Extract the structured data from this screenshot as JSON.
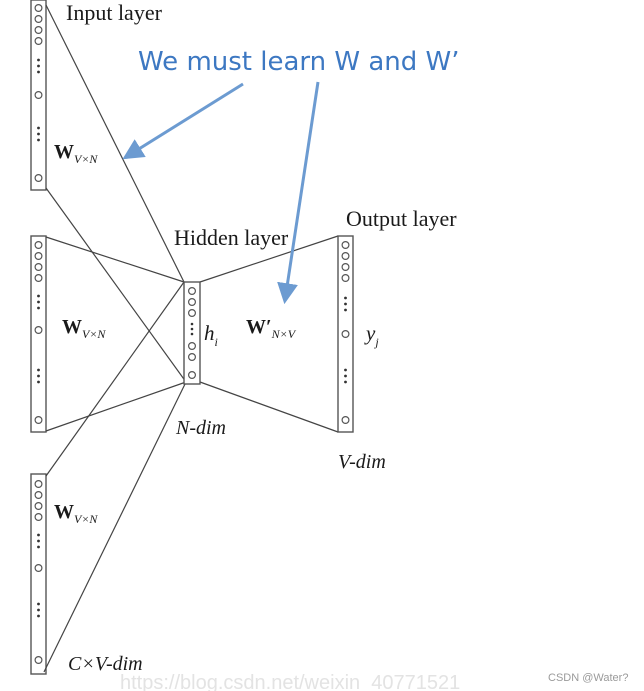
{
  "diagram": {
    "annotation": "We must learn W and W’",
    "input_layer_label": "Input layer",
    "hidden_layer_label": "Hidden layer",
    "output_layer_label": "Output layer",
    "weight_symbol": "W",
    "weight_subscript": "V×N",
    "output_weight_symbol": "W′",
    "output_weight_subscript": "N×V",
    "hidden_unit_symbol": "h",
    "hidden_unit_subscript": "i",
    "output_unit_symbol": "y",
    "output_unit_subscript": "j",
    "hidden_dim_label": "N-dim",
    "output_dim_label": "V-dim",
    "input_dim_label": "C×V-dim",
    "watermark_text": "CSDN @Water?",
    "faint_url": "https://blog.csdn.net/weixin_40771521"
  },
  "colors": {
    "annotation": "#3d78c2",
    "arrow": "#6c9bd1",
    "line": "#444444",
    "box": "#555555"
  }
}
